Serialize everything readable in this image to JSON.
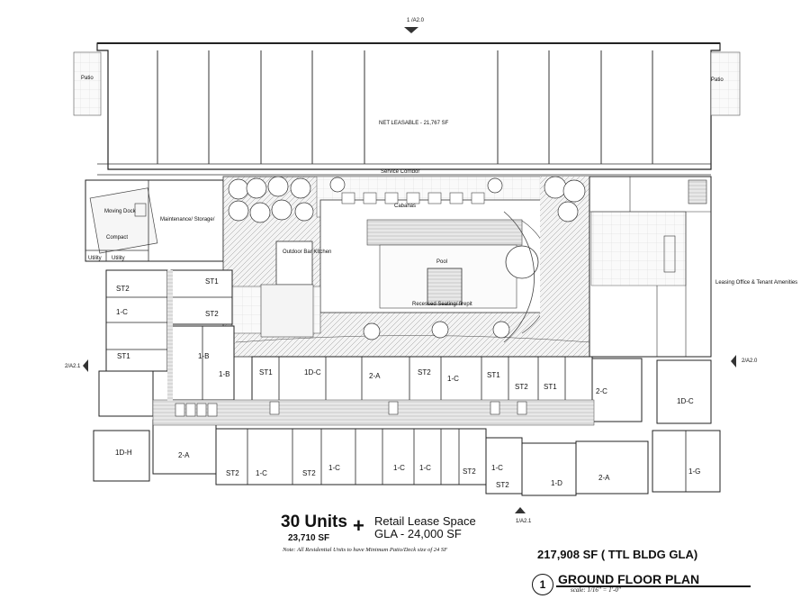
{
  "plan": {
    "section_marks": {
      "top": "1 /A2.0",
      "left": "2/A2.1",
      "right": "2/A2.0",
      "bottom": "1/A2.1"
    },
    "areas": {
      "patio_left": "Patio",
      "patio_right": "Patio",
      "net_leasable": "NET LEASABLE - 21,767 SF",
      "service_corridor": "Service Corridor",
      "moving_dock": "Moving Dock",
      "compact": "Compact",
      "utility_left": "Utility",
      "utility_right": "Utility",
      "maintenance": "Maintenance/ Storage/",
      "cabanas": "Cabanas",
      "outdoor_kitchen": "Outdoor Bar Kitchen",
      "pool": "Pool",
      "recessed_seating": "Recessed Seating/ firepit",
      "leasing_office": "Leasing Office & Tenant Amenities"
    },
    "unit_labels": [
      "ST2",
      "ST1",
      "1-C",
      "ST1",
      "ST2",
      "1-B",
      "1-B",
      "ST1",
      "1D-C",
      "2-A",
      "ST2",
      "1-C",
      "ST1",
      "ST2",
      "ST1",
      "2-C",
      "1D-C",
      "1D-H",
      "2-A",
      "ST2",
      "1-C",
      "ST2",
      "1-C",
      "1-C",
      "1-C",
      "ST2",
      "1-C",
      "ST2",
      "1-D",
      "2-A",
      "1-G"
    ]
  },
  "summary": {
    "units": "30 Units",
    "units_sf": "23,710 SF",
    "plus": "+",
    "retail_line1": "Retail Lease Space",
    "retail_line2": "GLA - 24,000 SF",
    "note": "Note: All Residential Units to have Minimum Patio/Deck size of 24 SF",
    "total_gla": "217,908 SF ( TTL  BLDG GLA)",
    "plan_number": "1",
    "plan_title": "GROUND FLOOR PLAN",
    "scale": "scale: 1/16\" = 1'-0\""
  }
}
